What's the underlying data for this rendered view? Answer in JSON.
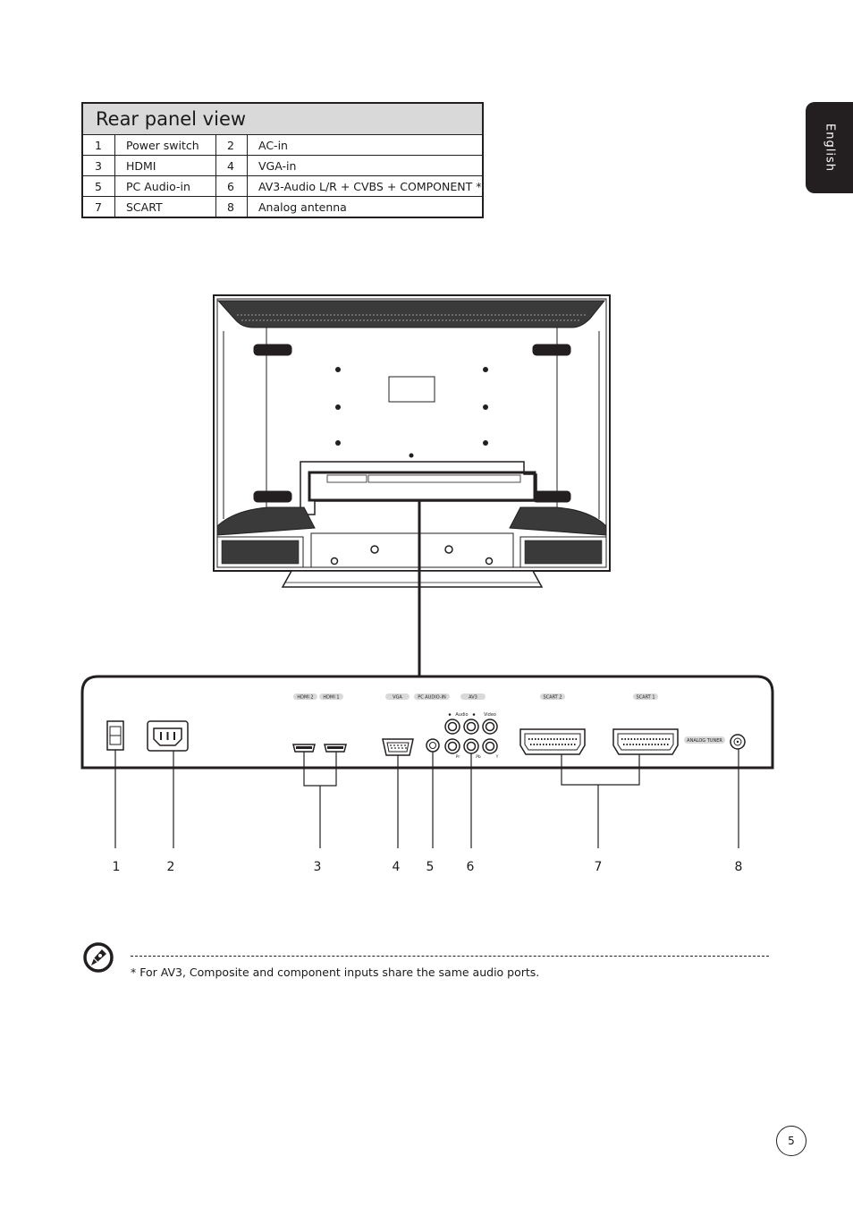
{
  "language_tab": "English",
  "table": {
    "title": "Rear panel view",
    "rows": [
      [
        {
          "num": "1",
          "label": "Power switch"
        },
        {
          "num": "2",
          "label": "AC-in"
        }
      ],
      [
        {
          "num": "3",
          "label": "HDMI"
        },
        {
          "num": "4",
          "label": "VGA-in"
        }
      ],
      [
        {
          "num": "5",
          "label": "PC Audio-in"
        },
        {
          "num": "6",
          "label": "AV3-Audio L/R + CVBS + COMPONENT *"
        }
      ],
      [
        {
          "num": "7",
          "label": "SCART"
        },
        {
          "num": "8",
          "label": "Analog antenna"
        }
      ]
    ]
  },
  "panel_labels": {
    "hdmi2": "HDMI 2",
    "hdmi1": "HDMI 1",
    "vga": "VGA",
    "pc_audio_in": "PC AUDIO-IN",
    "av3": "AV3",
    "audio": "Audio",
    "video": "Video",
    "pr": "Pr",
    "pb": "Pb",
    "y": "Y",
    "scart2": "SCART 2",
    "scart1": "SCART 1",
    "analog_tuner": "ANALOG TUNER"
  },
  "callouts": [
    "1",
    "2",
    "3",
    "4",
    "5",
    "6",
    "7",
    "8"
  ],
  "note": "*  For AV3, Composite and component inputs share the same audio ports.",
  "page_number": "5"
}
